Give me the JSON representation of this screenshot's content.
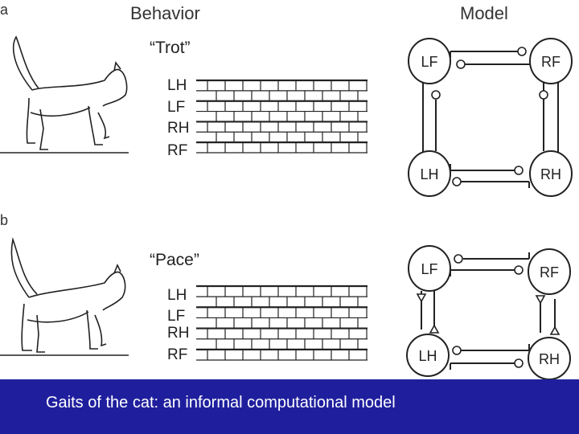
{
  "headers": {
    "behavior": "Behavior",
    "model": "Model"
  },
  "panels": [
    {
      "letter": "a",
      "gait_name": "“Trot”",
      "leg_labels": [
        "LH",
        "LF",
        "RH",
        "RF"
      ],
      "nodes": {
        "tl": "LF",
        "tr": "RF",
        "bl": "LH",
        "br": "RH"
      },
      "vertical_connector_style": "circle"
    },
    {
      "letter": "b",
      "gait_name": "“Pace”",
      "leg_labels": [
        "LH",
        "LF",
        "RH",
        "RF"
      ],
      "nodes": {
        "tl": "LF",
        "tr": "RF",
        "bl": "LH",
        "br": "RH"
      },
      "vertical_connector_style": "triangle"
    }
  ],
  "caption": "Gaits of the cat: an informal computational model",
  "colors": {
    "footer_bg": "#1f1f9e",
    "ink": "#1a1a1a"
  }
}
